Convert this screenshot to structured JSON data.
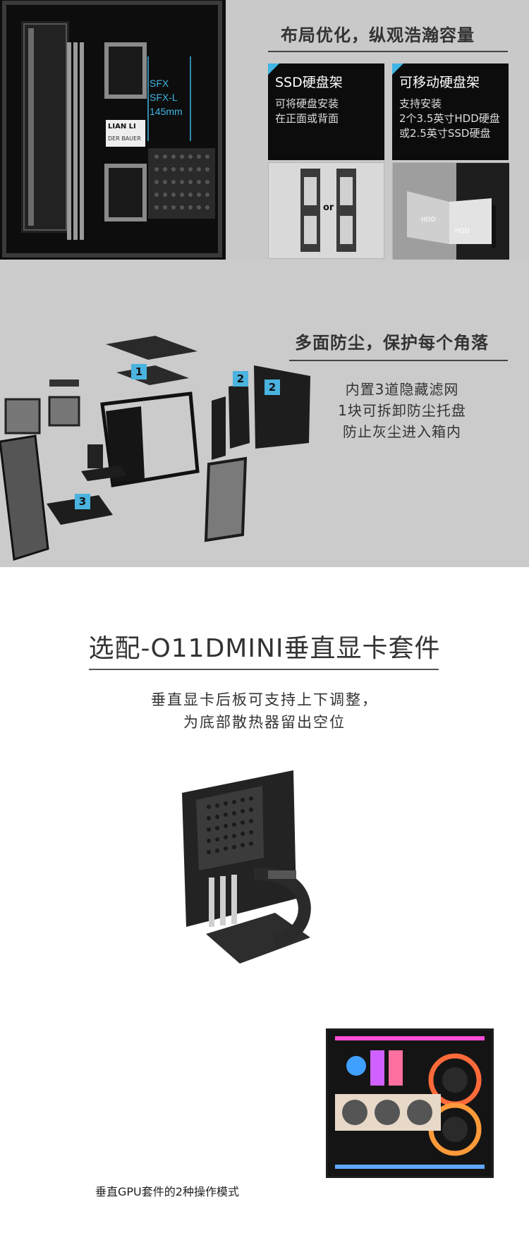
{
  "section_storage": {
    "title": "布局优化，纵观浩瀚容量",
    "case_labels": [
      "SFX",
      "SFX-L",
      "145mm"
    ],
    "brand_plate": "LIAN LI",
    "brand_plate2": "DER BAUER",
    "cards": [
      {
        "title": "SSD硬盘架",
        "text": "可将硬盘安装\n在正面或背面"
      },
      {
        "title": "可移动硬盘架",
        "text": "支持安装\n2个3.5英寸HDD硬盘\n或2.5英寸SSD硬盘"
      }
    ],
    "thumb_or": "or",
    "hdd_labels": [
      "HDD",
      "HDD"
    ]
  },
  "section_dust": {
    "title": "多面防尘，保护每个角落",
    "lines": [
      "内置3道隐藏滤网",
      "1块可拆卸防尘托盘",
      "防止灰尘进入箱内"
    ],
    "badges": [
      "1",
      "2",
      "2",
      "3"
    ]
  },
  "section_gpu": {
    "title": "选配-O11DMINI垂直显卡套件",
    "sub_lines": [
      "垂直显卡后板可支持上下调整，",
      "为底部散热器留出空位"
    ],
    "caption": "垂直GPU套件的2种操作模式"
  },
  "colors": {
    "accent": "#3fb6e3",
    "card_bg": "#0c0c0c",
    "panel_grey": "#c9c9c9"
  }
}
